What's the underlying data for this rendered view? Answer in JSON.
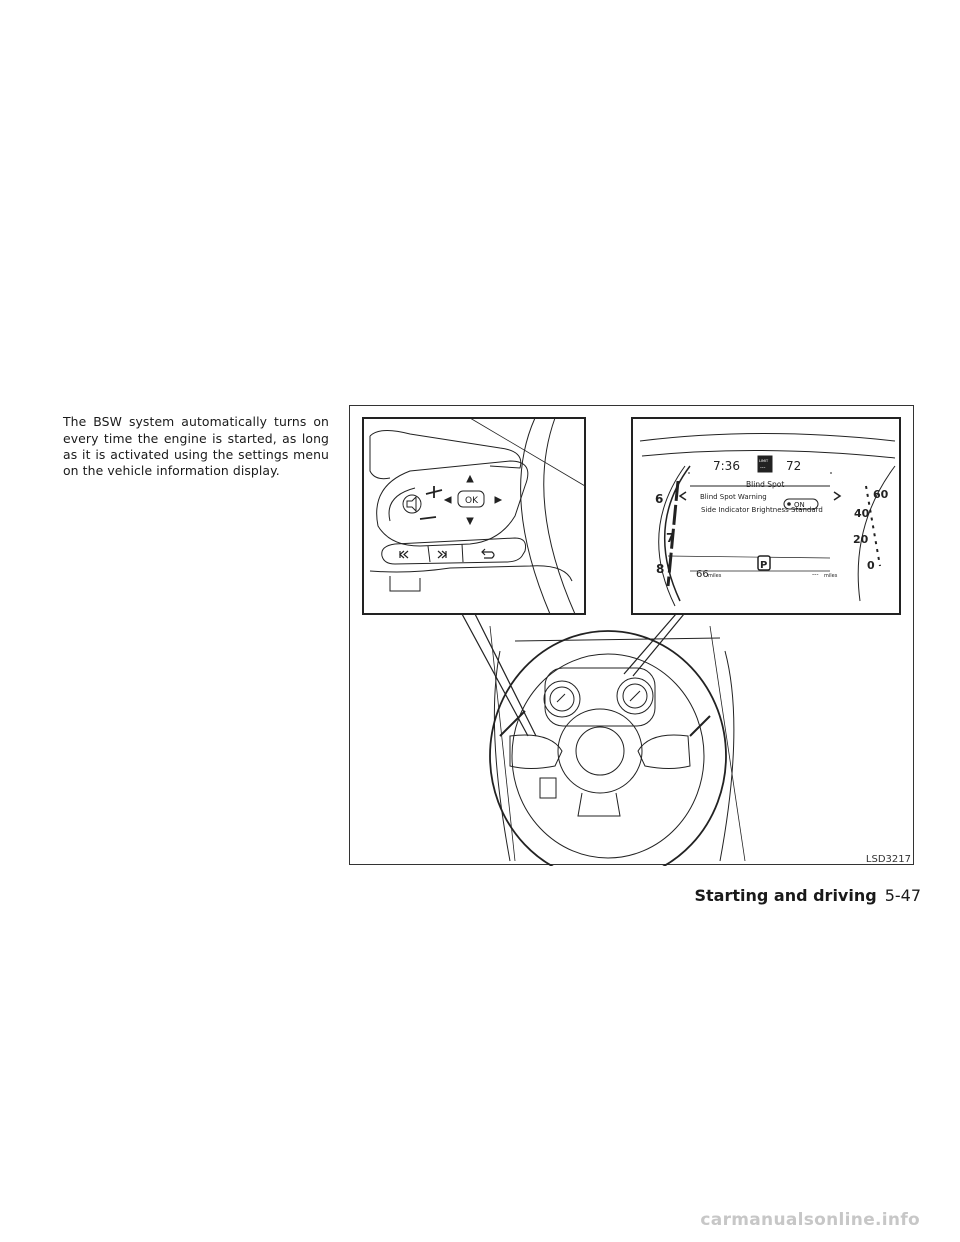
{
  "body_paragraph": "The BSW system automatically turns on every time the engine is started, as long as it is activated using the settings menu on the vehicle information display.",
  "figure": {
    "code": "LSD3217",
    "switch_panel": {
      "ok_label": "OK",
      "plus_label": "+",
      "minus_label": "−"
    },
    "cluster": {
      "time": "7:36",
      "limit_label": "LIMIT",
      "limit_value": "---",
      "temperature": "72",
      "menu_title": "Blind Spot",
      "menu_item_1": "Blind Spot Warning",
      "menu_item_1_state": "ON",
      "menu_item_2": "Side Indicator Brightness Standard",
      "odometer_value": "66",
      "odometer_unit": "miles",
      "gear": "P",
      "range_value": "---",
      "range_unit": "miles",
      "tach_labels": [
        "6",
        "7",
        "8"
      ],
      "speed_labels": [
        "60",
        "40",
        "20",
        "0"
      ]
    }
  },
  "footer": {
    "section": "Starting and driving",
    "page": "5-47"
  },
  "watermark": "carmanualsonline.info"
}
